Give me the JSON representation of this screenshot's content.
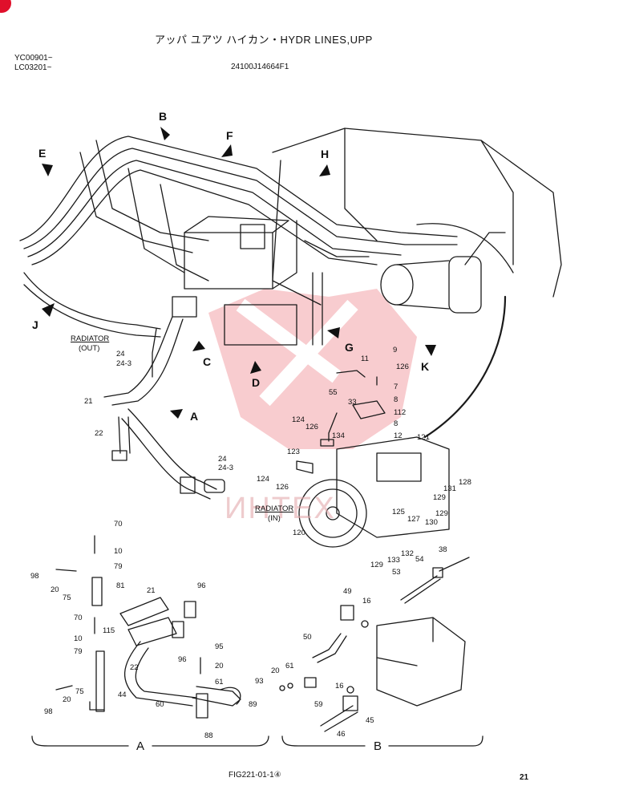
{
  "header": {
    "title": "アッパ ユアツ ハイカン・HYDR LINES,UPP",
    "serial_1": "YC00901~",
    "serial_2": "LC03201~",
    "drawing_code": "24100J14664F1"
  },
  "radiator": {
    "out_1": "RADIATOR",
    "out_2": "(OUT)",
    "in_1": "RADIATOR",
    "in_2": "(IN)"
  },
  "callouts": [
    "A",
    "B",
    "C",
    "D",
    "E",
    "F",
    "G",
    "H",
    "J",
    "K"
  ],
  "watermark": "ИНТЕХ",
  "parts_main": {
    "p24": "24",
    "p24_3": "24-3",
    "p21": "21",
    "p22": "22",
    "p11": "11",
    "p9": "9",
    "p126a": "126",
    "p7": "7",
    "p8a": "8",
    "p55": "55",
    "p33": "33",
    "p112": "112",
    "p8b": "8",
    "p124a": "124",
    "p126b": "126",
    "p134": "134",
    "p12": "12",
    "p121": "121",
    "p123": "123",
    "p124b": "124",
    "p126c": "126",
    "p24b": "24",
    "p24_3b": "24-3",
    "p129a": "129",
    "p131": "131",
    "p128": "128",
    "p129b": "129",
    "p125": "125",
    "p127": "127",
    "p130": "130",
    "p120": "120",
    "p129c": "129",
    "p133": "133",
    "p132": "132"
  },
  "detail_a": {
    "label": "A",
    "p70a": "70",
    "p10a": "10",
    "p79a": "79",
    "p98a": "98",
    "p20a": "20",
    "p75a": "75",
    "p81": "81",
    "p21": "21",
    "p96a": "96",
    "p70b": "70",
    "p115": "115",
    "p10b": "10",
    "p79b": "79",
    "p22": "22",
    "p96b": "96",
    "p95": "95",
    "p20b": "20",
    "p61": "61",
    "p44": "44",
    "p98b": "98",
    "p20c": "20",
    "p75b": "75",
    "p60": "60",
    "p89": "89",
    "p88": "88"
  },
  "detail_b": {
    "label": "B",
    "p38": "38",
    "p54": "54",
    "p53": "53",
    "p49": "49",
    "p16a": "16",
    "p50": "50",
    "p20": "20",
    "p61": "61",
    "p93": "93",
    "p59": "59",
    "p16b": "16",
    "p45": "45",
    "p46": "46"
  },
  "footer": {
    "fig": "FIG221-01-1④",
    "page": "21"
  },
  "corner_mark_color": "#e0102b",
  "watermark_color": "#e8606a"
}
